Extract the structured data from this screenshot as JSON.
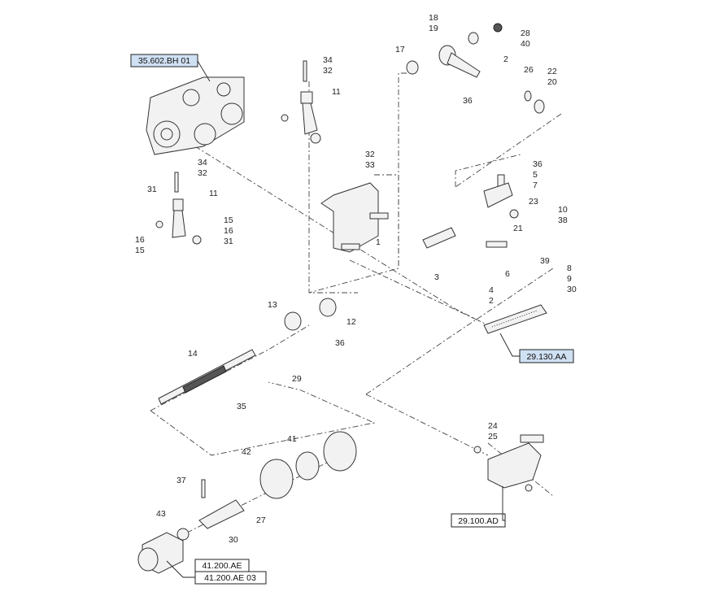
{
  "references": {
    "hydrostatic_pump": "35.602.BH 01",
    "linkage": "29.130.AA",
    "valve": "29.100.AD",
    "steering_motor_1": "41.200.AE",
    "steering_motor_2": "41.200.AE 03"
  },
  "callouts": [
    "34",
    "32",
    "11",
    "32",
    "33",
    "18",
    "19",
    "17",
    "28",
    "40",
    "2",
    "26",
    "22",
    "20",
    "36",
    "36",
    "5",
    "7",
    "23",
    "21",
    "10",
    "38",
    "39",
    "8",
    "9",
    "30",
    "3",
    "4",
    "2",
    "6",
    "1",
    "34",
    "32",
    "31",
    "11",
    "16",
    "15",
    "15",
    "16",
    "31",
    "13",
    "12",
    "36",
    "14",
    "29",
    "35",
    "41",
    "42",
    "24",
    "25",
    "37",
    "43",
    "27",
    "30"
  ],
  "colors": {
    "reference_highlight": "#cfe0f3",
    "line": "#333333"
  }
}
